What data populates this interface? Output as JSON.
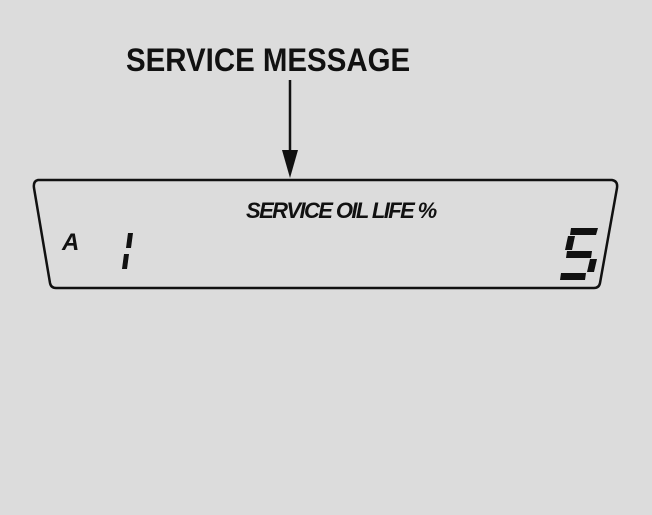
{
  "callout": {
    "label": "SERVICE MESSAGE"
  },
  "display": {
    "service_message": "SERVICE OIL LIFE %",
    "trip_indicator": "A",
    "left_digit": "1",
    "right_digit": "5"
  },
  "colors": {
    "background": "#dcdcdc",
    "ink": "#111111",
    "display_face": "#dcdcdc"
  }
}
